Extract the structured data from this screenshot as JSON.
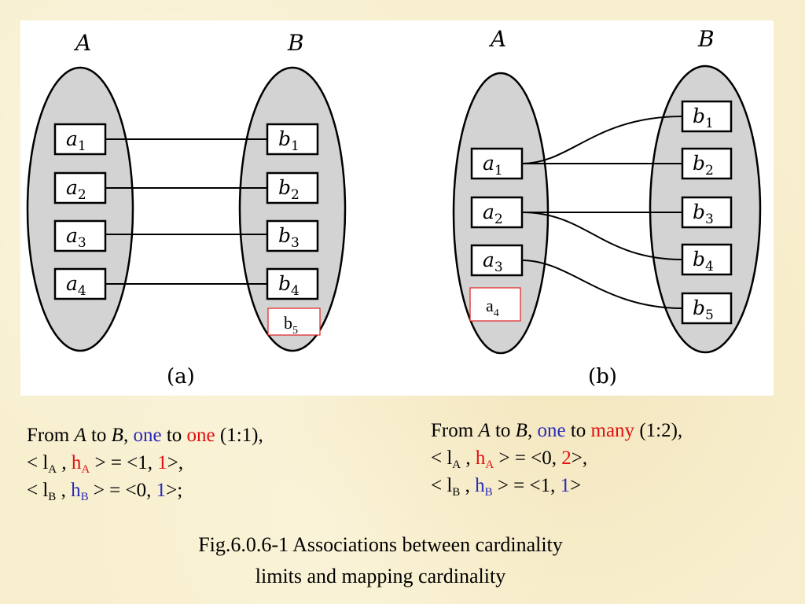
{
  "panel_a": {
    "set_left": "A",
    "set_right": "B",
    "left_items": [
      "a",
      "a",
      "a",
      "a"
    ],
    "left_subs": [
      "1",
      "2",
      "3",
      "4"
    ],
    "right_items": [
      "b",
      "b",
      "b",
      "b"
    ],
    "right_subs": [
      "1",
      "2",
      "3",
      "4"
    ],
    "extra_item": "b",
    "extra_sub": "5",
    "label": "(a)"
  },
  "panel_b": {
    "set_left": "A",
    "set_right": "B",
    "left_items": [
      "a",
      "a",
      "a"
    ],
    "left_subs": [
      "1",
      "2",
      "3"
    ],
    "right_items": [
      "b",
      "b",
      "b",
      "b",
      "b"
    ],
    "right_subs": [
      "1",
      "2",
      "3",
      "4",
      "5"
    ],
    "extra_item": "a",
    "extra_sub": "4",
    "label": "(b)"
  },
  "caption_left": {
    "line1": {
      "from": "From ",
      "a": "A",
      "to1": " to ",
      "b": "B",
      "comma": ", ",
      "kw1": "one",
      "to2": " to ",
      "kw2": "one",
      "ratio": " (1:1),"
    },
    "line2": {
      "open": "< l",
      "sub_l": "A",
      "sep": " , ",
      "h": "h",
      "sub_h": "A",
      "mid": " > = <1, ",
      "val": "1",
      "end": ">,"
    },
    "line3": {
      "open": "< l",
      "sub_l": "B",
      "sep": " , ",
      "h": "h",
      "sub_h": "B",
      "mid": " > = <0, ",
      "val": "1",
      "end": ">;"
    }
  },
  "caption_right": {
    "line1": {
      "from": "From ",
      "a": "A",
      "to1": " to ",
      "b": "B",
      "comma": ", ",
      "kw1": "one",
      "to2": " to ",
      "kw2": "many",
      "ratio": " (1:2),"
    },
    "line2": {
      "open": "< l",
      "sub_l": "A",
      "sep": " , ",
      "h": "h",
      "sub_h": "A",
      "mid": " > = <0, ",
      "val": "2",
      "end": ">,"
    },
    "line3": {
      "open": "< l",
      "sub_l": "B",
      "sep": " , ",
      "h": "h",
      "sub_h": "B",
      "mid": " > = <1, ",
      "val": "1",
      "end": ">"
    }
  },
  "figure_caption": {
    "line1": "Fig.6.0.6-1 Associations between cardinality",
    "line2": "limits and mapping cardinality"
  },
  "colors": {
    "ellipse_fill": "#d3d3d3",
    "highlight_border": "#e02020",
    "blue_text": "#2a2ab8",
    "red_text": "#e01010"
  }
}
